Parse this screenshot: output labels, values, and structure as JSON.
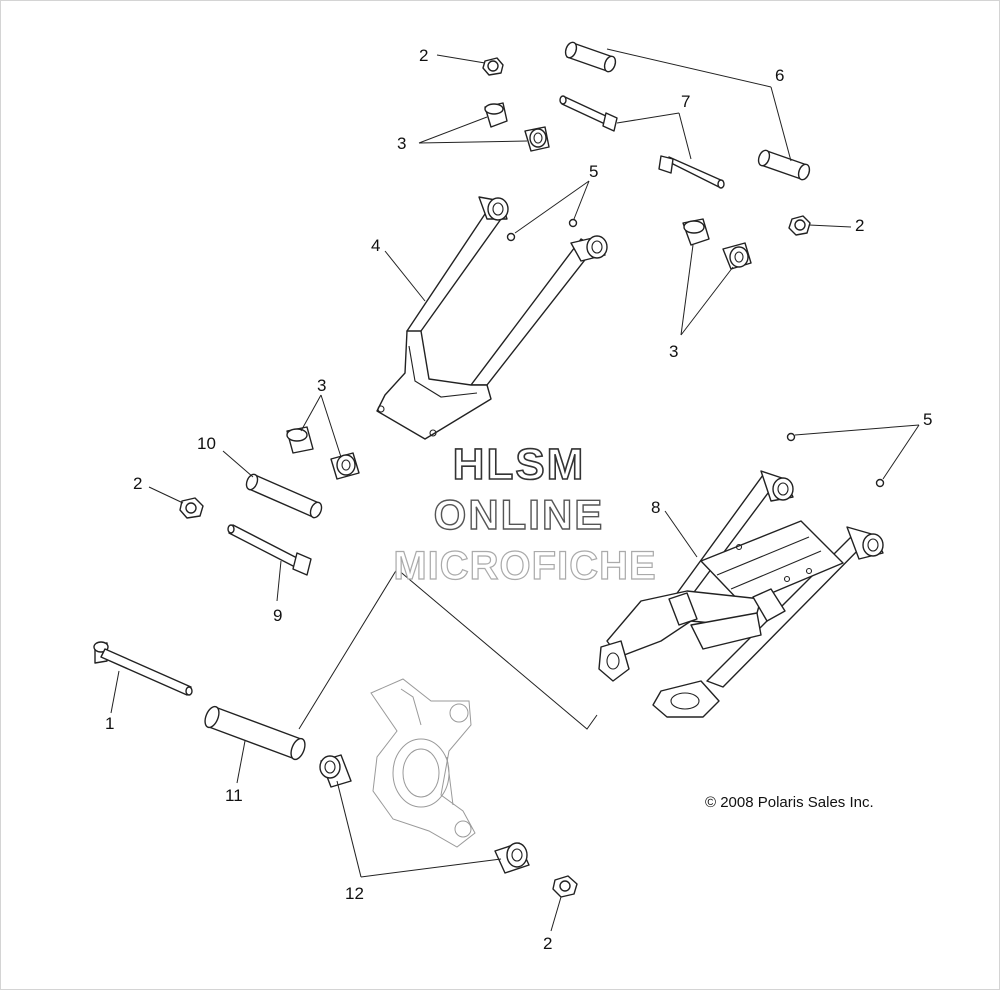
{
  "callouts": [
    {
      "id": "c2a",
      "label": "2"
    },
    {
      "id": "c3a",
      "label": "3"
    },
    {
      "id": "c6",
      "label": "6"
    },
    {
      "id": "c7",
      "label": "7"
    },
    {
      "id": "c5a",
      "label": "5"
    },
    {
      "id": "c2b",
      "label": "2"
    },
    {
      "id": "c4",
      "label": "4"
    },
    {
      "id": "c3b",
      "label": "3"
    },
    {
      "id": "c3c",
      "label": "3"
    },
    {
      "id": "c10",
      "label": "10"
    },
    {
      "id": "c2c",
      "label": "2"
    },
    {
      "id": "c9",
      "label": "9"
    },
    {
      "id": "c5b",
      "label": "5"
    },
    {
      "id": "c8",
      "label": "8"
    },
    {
      "id": "c1",
      "label": "1"
    },
    {
      "id": "c11",
      "label": "11"
    },
    {
      "id": "c12",
      "label": "12"
    },
    {
      "id": "c2d",
      "label": "2"
    }
  ],
  "watermark": {
    "line1": "HLSM",
    "line2": "ONLINE",
    "line3": "MICROFICHE"
  },
  "copyright": "© 2008 Polaris Sales Inc."
}
